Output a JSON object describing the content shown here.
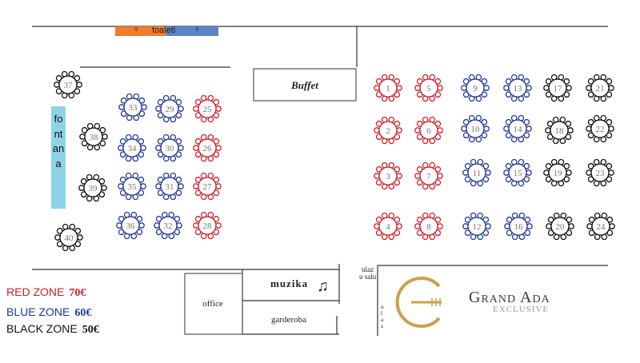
{
  "tables": [
    {
      "num": "1",
      "color": "#d0202a"
    },
    {
      "num": "2",
      "color": "#d0202a"
    },
    {
      "num": "3",
      "color": "#d0202a"
    },
    {
      "num": "4",
      "color": "#d0202a"
    },
    {
      "num": "5",
      "color": "#d0202a"
    },
    {
      "num": "6",
      "color": "#d0202a"
    },
    {
      "num": "7",
      "color": "#d0202a"
    },
    {
      "num": "8",
      "color": "#d0202a"
    },
    {
      "num": "9",
      "color": "#1f3a9a"
    },
    {
      "num": "10",
      "color": "#1f3a9a"
    },
    {
      "num": "11",
      "color": "#1f3a9a"
    },
    {
      "num": "12",
      "color": "#1f3a9a"
    },
    {
      "num": "13",
      "color": "#1f3a9a"
    },
    {
      "num": "14",
      "color": "#1f3a9a"
    },
    {
      "num": "15",
      "color": "#1f3a9a"
    },
    {
      "num": "16",
      "color": "#1f3a9a"
    },
    {
      "num": "17",
      "color": "#111111"
    },
    {
      "num": "18",
      "color": "#111111"
    },
    {
      "num": "19",
      "color": "#111111"
    },
    {
      "num": "20",
      "color": "#111111"
    },
    {
      "num": "21",
      "color": "#111111"
    },
    {
      "num": "22",
      "color": "#111111"
    },
    {
      "num": "23",
      "color": "#111111"
    },
    {
      "num": "24",
      "color": "#111111"
    },
    {
      "num": "25",
      "color": "#d0202a"
    },
    {
      "num": "26",
      "color": "#d0202a"
    },
    {
      "num": "27",
      "color": "#d0202a"
    },
    {
      "num": "28",
      "color": "#d0202a"
    },
    {
      "num": "29",
      "color": "#1f3a9a"
    },
    {
      "num": "30",
      "color": "#1f3a9a"
    },
    {
      "num": "31",
      "color": "#1f3a9a"
    },
    {
      "num": "32",
      "color": "#1f3a9a"
    },
    {
      "num": "33",
      "color": "#1f3a9a"
    },
    {
      "num": "34",
      "color": "#1f3a9a"
    },
    {
      "num": "35",
      "color": "#1f3a9a"
    },
    {
      "num": "36",
      "color": "#1f3a9a"
    },
    {
      "num": "37",
      "color": "#111111"
    },
    {
      "num": "38",
      "color": "#111111"
    },
    {
      "num": "39",
      "color": "#111111"
    },
    {
      "num": "40",
      "color": "#111111"
    }
  ],
  "labels": {
    "toaleti": "toaleti",
    "toaleti_female_icon": "female-symbol-icon",
    "toaleti_male_icon": "male-symbol-icon",
    "buffet": "Buffet",
    "fontana": "fontana",
    "muzika": "muzika",
    "music_icon": "music-notes-icon",
    "office": "office",
    "garderoba": "garderoba",
    "ulaz_line1": "ulaz",
    "ulaz_line2": "u salu",
    "ulaz_side": "ulaz"
  },
  "zones": [
    {
      "name": "RED ZONE",
      "price": "70€",
      "color": "#d0202a"
    },
    {
      "name": "BLUE ZONE",
      "price": "60€",
      "color": "#1f3a9a"
    },
    {
      "name": "BLACK ZONE",
      "price": "50€",
      "color": "#111111"
    }
  ],
  "brand": {
    "name": "Grand Ada",
    "tagline": "EXCLUSIVE",
    "logo_icon": "g-fork-logo-icon",
    "gold": "#c9a24a"
  },
  "colors": {
    "wc_female": "#f07d2b",
    "wc_male": "#5b86c4",
    "fountain": "#8fd3e8"
  }
}
